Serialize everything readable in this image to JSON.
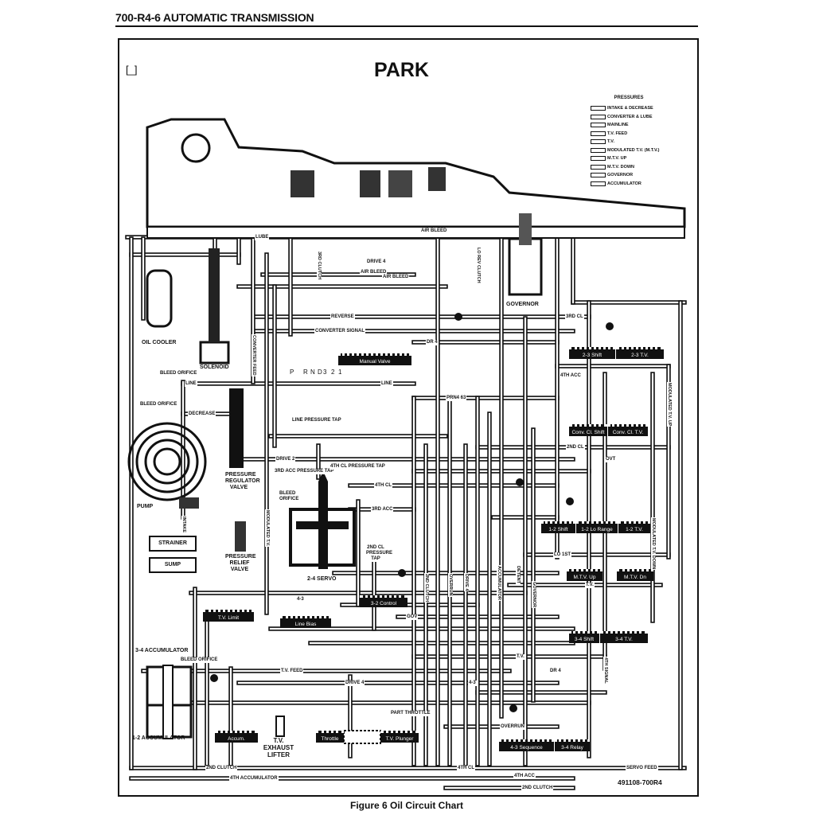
{
  "header": {
    "title": "700-R4-6  AUTOMATIC TRANSMISSION"
  },
  "diagram": {
    "title": "PARK",
    "corner_mark": "[_]",
    "code": "491108-700R4",
    "caption": "Figure 6 Oil Circuit Chart"
  },
  "legend": {
    "heading": "PRESSURES",
    "items": [
      "INTAKE & DECREASE",
      "CONVERTER & LUBE",
      "MAINLINE",
      "T.V. FEED",
      "T.V.",
      "MODULATED T.V. (M.T.V.)",
      "M.T.V. UP",
      "M.T.V. DOWN",
      "GOVERNOR",
      "ACCUMULATOR"
    ]
  },
  "components": {
    "oil_cooler": "OIL COOLER",
    "solenoid": "SOLENOID",
    "bleed_orifice": "BLEED ORIFICE",
    "pressure_regulator": "PRESSURE REGULATOR VALVE",
    "pump": "PUMP",
    "strainer": "STRAINER",
    "sump": "SUMP",
    "pressure_relief": "PRESSURE RELIEF VALVE",
    "servo": "2-4 SERVO",
    "acc3_tap": "3RD ACC PRESSURE TAP",
    "cl4_tap": "4TH CL PRESSURE TAP",
    "cl2_tap": "2ND CL PRESSURE TAP",
    "governor": "GOVERNOR",
    "line_tap": "LINE PRESSURE TAP",
    "acc34": "3-4 ACCUMULATOR",
    "acc12": "1-2 ACCUMULATOR",
    "tv_lifter": "T.V. EXHAUST LIFTER",
    "air_bleed": "AIR BLEED"
  },
  "selector": [
    "P",
    "R",
    "N",
    "D",
    "3",
    "2",
    "1"
  ],
  "valves": [
    "2-3 Shift",
    "2-3 T.V.",
    "Conv. Cl. Shift",
    "Conv. Cl. T.V.",
    "1-2 Shift",
    "1-2 Lo Range",
    "1-2 T.V.",
    "M.T.V. Up",
    "M.T.V. Dn",
    "3-4 Shift",
    "3-4 T.V.",
    "4-3 Sequence",
    "3-4 Relay",
    "T.V. Limit",
    "Line Bias",
    "3-2 Control",
    "Accum.",
    "Throttle",
    "T.V. Plunger",
    "Manual Valve"
  ],
  "passages": [
    "LUBE",
    "DRIVE 4",
    "REVERSE",
    "CONVERTER SIGNAL",
    "LINE",
    "DECREASE",
    "LINE",
    "PRN4 63",
    "DRIVE 2",
    "4TH CL",
    "3RD ACC",
    "4TH ACC",
    "2ND CL",
    "DR 4",
    "3RD CL",
    "LO 1ST",
    "T.V.",
    "T.V.",
    "DR 4",
    "4-3",
    "T.V. FEED",
    "DRIVE 4",
    "PART THROTTLE",
    "4-3",
    "OVERRUN",
    "2ND CLUTCH",
    "4TH ACCUMULATOR",
    "4TH CL",
    "4TH ACC",
    "2ND CLUTCH",
    "SERVO FEED",
    "GOV",
    "OVT"
  ],
  "vertical_passages": [
    "CONVERTER FEED",
    "MODULATED T.V.",
    "LO REV CLUTCH",
    "3RD CLUTCH",
    "GOVERNOR",
    "ACCUMULATOR",
    "OVERRUN",
    "DRIVE 4",
    "DETENT",
    "2ND CLUTCH",
    "MODULATED T.V. UP",
    "MODULATED T.V. DOWN",
    "4TH SIGNAL",
    "INTAKE"
  ]
}
